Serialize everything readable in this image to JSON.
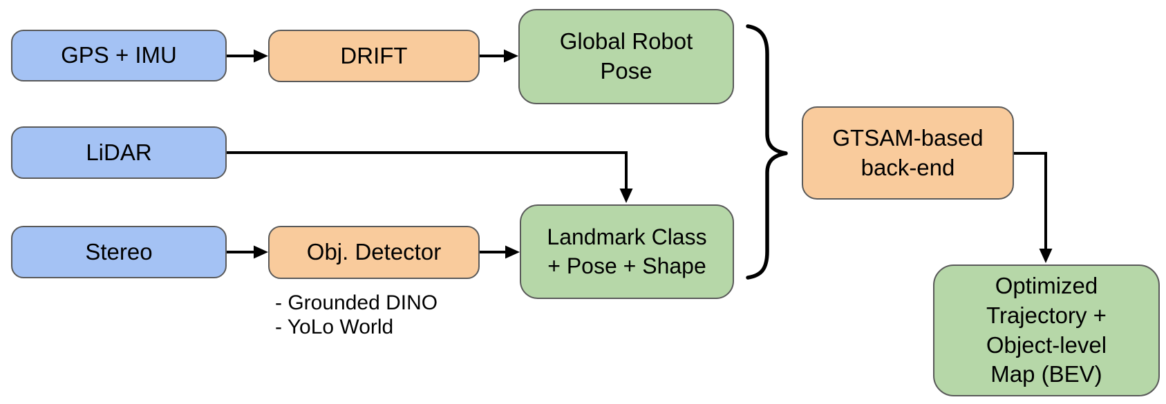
{
  "diagram": {
    "title": "Object-level SLAM pipeline flowchart",
    "nodes": {
      "gps_imu": {
        "label": "GPS + IMU",
        "type": "input"
      },
      "drift": {
        "label": "DRIFT",
        "type": "process"
      },
      "global_pose": {
        "label": "Global Robot\nPose",
        "type": "output"
      },
      "lidar": {
        "label": "LiDAR",
        "type": "input"
      },
      "stereo": {
        "label": "Stereo",
        "type": "input"
      },
      "obj_detector": {
        "label": "Obj. Detector",
        "type": "process"
      },
      "landmark": {
        "label": "Landmark Class\n+ Pose + Shape",
        "type": "output"
      },
      "gtsam": {
        "label": "GTSAM-based\nback-end",
        "type": "process"
      },
      "optimized": {
        "label": "Optimized\nTrajectory +\nObject-level\nMap (BEV)",
        "type": "output"
      }
    },
    "annotations": {
      "detector_options": "- Grounded DINO\n- YoLo World"
    },
    "edges": [
      {
        "from": "gps_imu",
        "to": "drift"
      },
      {
        "from": "drift",
        "to": "global_pose"
      },
      {
        "from": "lidar",
        "to": "landmark"
      },
      {
        "from": "stereo",
        "to": "obj_detector"
      },
      {
        "from": "obj_detector",
        "to": "landmark"
      },
      {
        "from": "global_pose",
        "to": "gtsam",
        "via": "brace"
      },
      {
        "from": "landmark",
        "to": "gtsam",
        "via": "brace"
      },
      {
        "from": "gtsam",
        "to": "optimized"
      }
    ],
    "colors": {
      "input_fill": "#a4c2f4",
      "process_fill": "#f9cb9c",
      "output_fill": "#b6d7a8",
      "node_border": "#595959",
      "arrow": "#000000",
      "text": "#000000",
      "background": "#ffffff"
    }
  }
}
